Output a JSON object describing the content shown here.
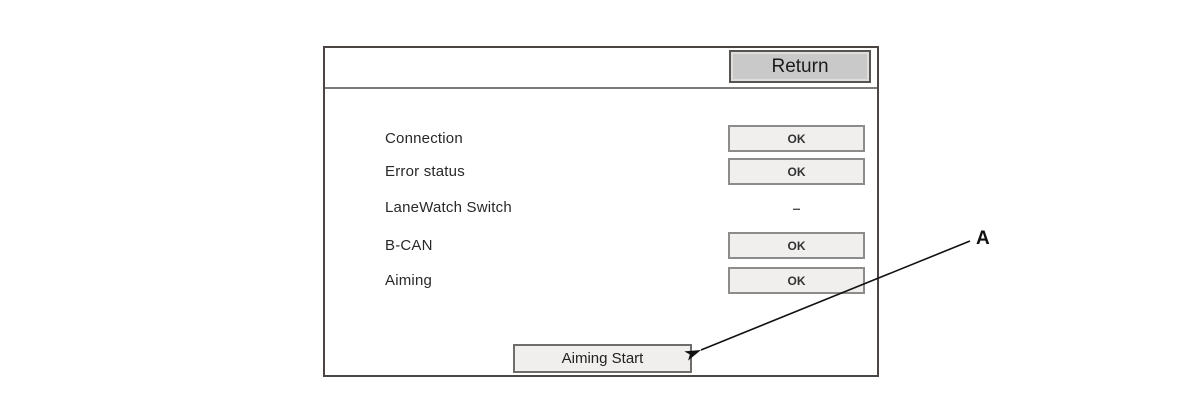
{
  "panel": {
    "header": {
      "return_label": "Return"
    },
    "rows": [
      {
        "label": "Connection",
        "value": "OK"
      },
      {
        "label": "Error status",
        "value": "OK"
      },
      {
        "label": "LaneWatch Switch",
        "value": "–"
      },
      {
        "label": "B-CAN",
        "value": "OK"
      },
      {
        "label": "Aiming",
        "value": "OK"
      }
    ],
    "footer": {
      "aiming_start_label": "Aiming Start"
    }
  },
  "annotation": {
    "label": "A"
  },
  "colors": {
    "panel_border": "#4b4643",
    "return_button_fill": "#c9c9c9",
    "status_box_fill": "#f0efee",
    "status_box_border": "#8e8c8a",
    "arrow": "#111111"
  }
}
